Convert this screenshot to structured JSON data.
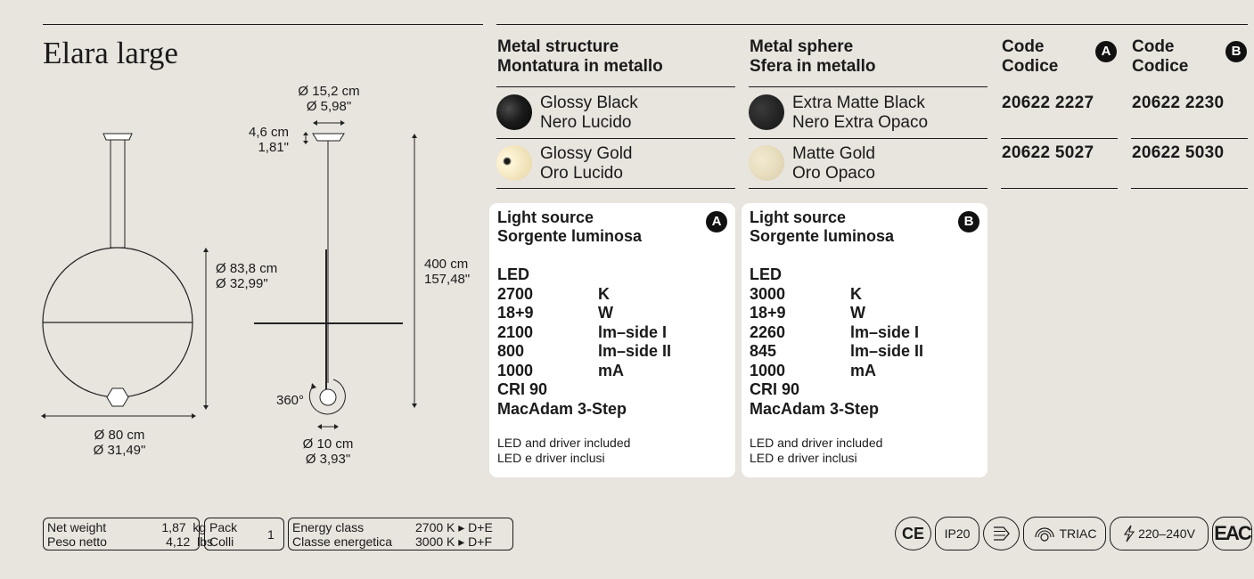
{
  "title": "Elara large",
  "dimensions": {
    "canopy_diameter_cm": "Ø 15,2 cm",
    "canopy_diameter_in": "Ø 5,98\"",
    "canopy_height_cm": "4,6 cm",
    "canopy_height_in": "1,81\"",
    "ring_height_cm": "Ø 83,8 cm",
    "ring_height_in": "Ø 32,99\"",
    "total_height_cm": "400 cm",
    "total_height_in": "157,48\"",
    "rotation": "360°",
    "sphere_diameter_cm": "Ø 10 cm",
    "sphere_diameter_in": "Ø 3,93\"",
    "ring_width_cm": "Ø 80 cm",
    "ring_width_in": "Ø 31,49\""
  },
  "headers": {
    "structure": [
      "Metal structure",
      "Montatura in metallo"
    ],
    "sphere": [
      "Metal sphere",
      "Sfera in metallo"
    ],
    "code_a": [
      "Code",
      "Codice"
    ],
    "code_b": [
      "Code",
      "Codice"
    ],
    "badge_a": "A",
    "badge_b": "B"
  },
  "rows": [
    {
      "structure_en": "Glossy Black",
      "structure_it": "Nero Lucido",
      "sphere_en": "Extra Matte Black",
      "sphere_it": "Nero Extra Opaco",
      "code_a": "20622 2227",
      "code_b": "20622 2230",
      "structure_color": "#1b1b1b",
      "sphere_color": "#2a2a2a"
    },
    {
      "structure_en": "Glossy Gold",
      "structure_it": "Oro Lucido",
      "sphere_en": "Matte Gold",
      "sphere_it": "Oro Opaco",
      "code_a": "20622 5027",
      "code_b": "20622 5030",
      "structure_color": "#f2e4bd",
      "sphere_color": "#e6dcbc"
    }
  ],
  "light_sources": [
    {
      "badge": "A",
      "title": [
        "Light source",
        "Sorgente luminosa"
      ],
      "type": "LED",
      "specs": [
        {
          "value": "2700",
          "unit": "K"
        },
        {
          "value": "18+9",
          "unit": "W"
        },
        {
          "value": "2100",
          "unit": "lm–side I"
        },
        {
          "value": "800",
          "unit": "lm–side II"
        },
        {
          "value": "1000",
          "unit": "mA"
        }
      ],
      "cri": "CRI 90",
      "macadam": "MacAdam 3-Step",
      "note": [
        "LED and driver included",
        "LED e driver inclusi"
      ]
    },
    {
      "badge": "B",
      "title": [
        "Light source",
        "Sorgente luminosa"
      ],
      "type": "LED",
      "specs": [
        {
          "value": "3000",
          "unit": "K"
        },
        {
          "value": "18+9",
          "unit": "W"
        },
        {
          "value": "2260",
          "unit": "lm–side I"
        },
        {
          "value": "845",
          "unit": "lm–side II"
        },
        {
          "value": "1000",
          "unit": "mA"
        }
      ],
      "cri": "CRI 90",
      "macadam": "MacAdam 3-Step",
      "note": [
        "LED and driver included",
        "LED e driver inclusi"
      ]
    }
  ],
  "footer": {
    "weight": {
      "label_en": "Net weight",
      "label_it": "Peso netto",
      "kg_value": "1,87",
      "kg_unit": "kg",
      "lbs_value": "4,12",
      "lbs_unit": "lbs"
    },
    "pack": {
      "label_en": "Pack",
      "label_it": "Colli",
      "value": "1"
    },
    "energy": {
      "label_en": "Energy class",
      "label_it": "Classe energetica",
      "row1_temp": "2700 K",
      "row1_class": "▸ D+E",
      "row2_temp": "3000 K",
      "row2_class": "▸ D+F"
    },
    "certifications": {
      "ce": "CE",
      "ip": "IP20",
      "triac": "TRIAC",
      "voltage": "220–240V",
      "eac": "EAC"
    }
  }
}
